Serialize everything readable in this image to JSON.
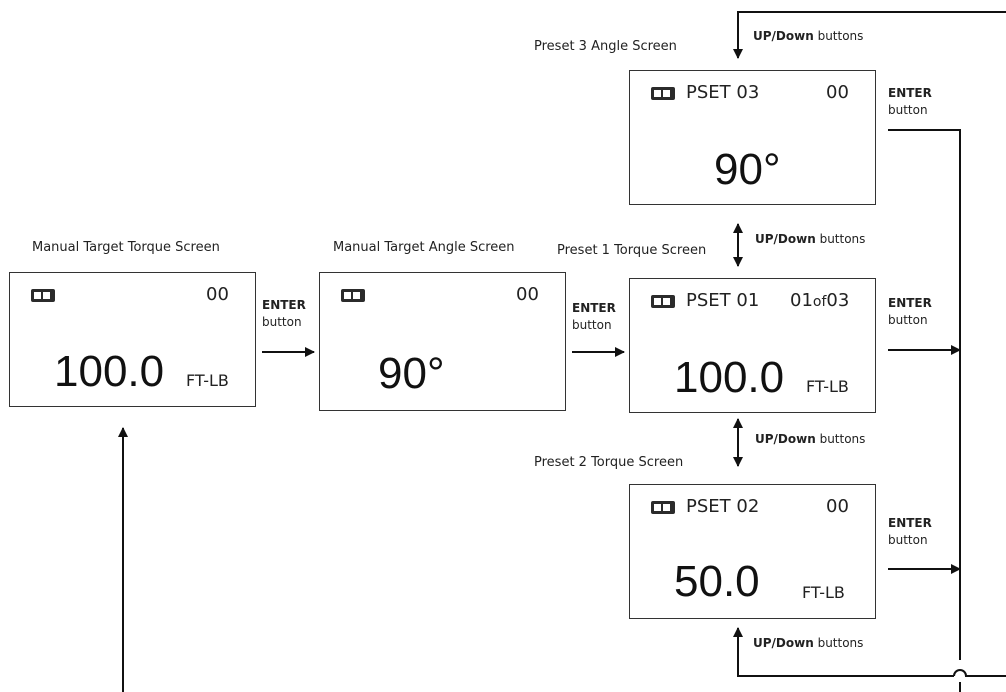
{
  "captions": {
    "manual_torque": "Manual Target Torque Screen",
    "manual_angle": "Manual Target Angle Screen",
    "preset1": "Preset 1 Torque Screen",
    "preset2": "Preset 2 Torque Screen",
    "preset3": "Preset 3 Angle Screen"
  },
  "screens": {
    "manual_torque": {
      "count": "00",
      "value": "100.0",
      "unit": "FT-LB"
    },
    "manual_angle": {
      "count": "00",
      "value": "90°"
    },
    "preset1": {
      "pset": "PSET 01",
      "count_a": "01",
      "count_of": "of",
      "count_b": "03",
      "value": "100.0",
      "unit": "FT-LB"
    },
    "preset2": {
      "pset": "PSET 02",
      "count": "00",
      "value": "50.0",
      "unit": "FT-LB"
    },
    "preset3": {
      "pset": "PSET 03",
      "count": "00",
      "value": "90°"
    }
  },
  "enter": {
    "bold": "ENTER",
    "rest": "button"
  },
  "updown": {
    "bold": "UP/Down",
    "rest": " buttons"
  }
}
